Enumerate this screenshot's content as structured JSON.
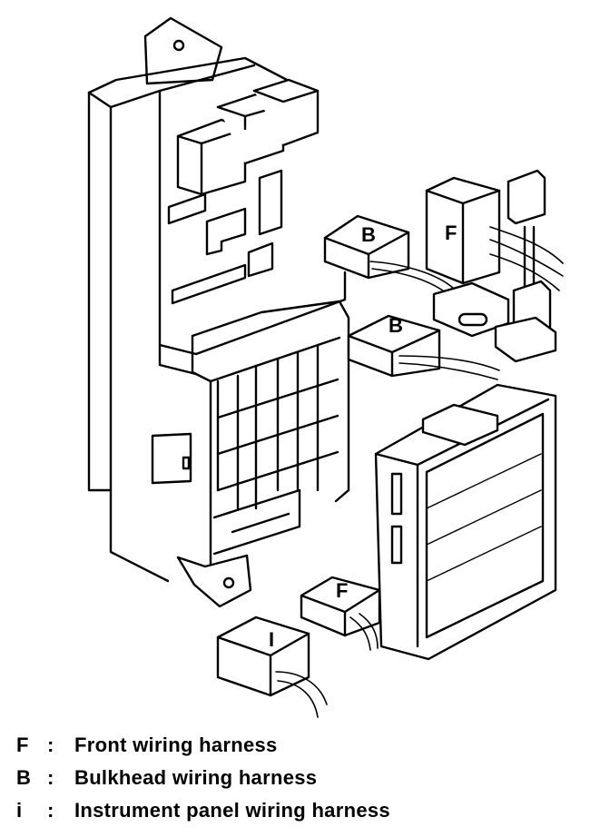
{
  "connector_labels": {
    "b_upper": "B",
    "b_lower": "B",
    "f_upper": "F",
    "f_lower": "F",
    "i_lower": "I"
  },
  "legend": [
    {
      "key": "F",
      "sep": ":",
      "desc": "Front wiring harness"
    },
    {
      "key": "B",
      "sep": ":",
      "desc": "Bulkhead wiring harness"
    },
    {
      "key": "i",
      "sep": ":",
      "desc": "Instrument panel wiring harness"
    }
  ]
}
